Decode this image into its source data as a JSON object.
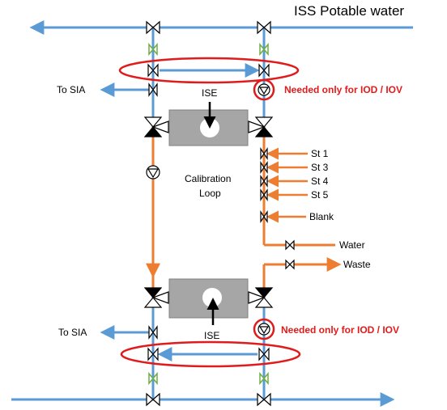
{
  "title": "ISS Potable water",
  "labels": {
    "to_sia_top": "To SIA",
    "to_sia_bottom": "To SIA",
    "ise_top": "ISE",
    "ise_bottom": "ISE",
    "calibration_loop": "Calibration\nLoop",
    "calibration_loop_line1": "Calibration",
    "calibration_loop_line2": "Loop",
    "needed_top": "Needed only for IOD / IOV",
    "needed_bottom": "Needed only for IOD / IOV",
    "st1": "St 1",
    "st3": "St 3",
    "st4": "St 4",
    "st5": "St 5",
    "blank": "Blank",
    "water": "Water",
    "waste": "Waste"
  },
  "colors": {
    "pipe_blue": "#5b9bd5",
    "pipe_orange": "#ed7d31",
    "highlight_red": "#e01b1b",
    "sensor_gray": "#a6a6a6",
    "valve_green": "#70ad47"
  }
}
